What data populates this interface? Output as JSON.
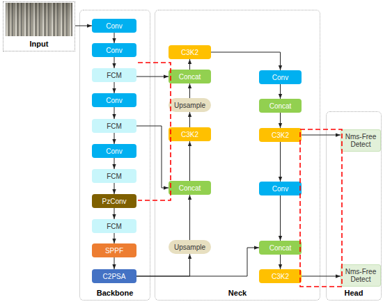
{
  "diagram": {
    "nodes": [
      {
        "text": [
          "Input"
        ]
      },
      {
        "text": [
          "Backbone"
        ]
      },
      {
        "text": [
          "Conv"
        ],
        "in": 1
      },
      {
        "text": [
          "Conv"
        ],
        "in": 1
      },
      {
        "text": [
          "FCM"
        ],
        "in": 1
      },
      {
        "text": [
          "Conv"
        ],
        "in": 1
      },
      {
        "text": [
          "FCM"
        ],
        "in": 1
      },
      {
        "text": [
          "Conv"
        ],
        "in": 1
      },
      {
        "text": [
          "FCM"
        ],
        "in": 1
      },
      {
        "text": [
          "PzConv"
        ],
        "in": 1
      },
      {
        "text": [
          "FCM"
        ],
        "in": 1
      },
      {
        "text": [
          "SPPF"
        ],
        "in": 1
      },
      {
        "text": [
          "C2PSA"
        ],
        "in": 1
      },
      {
        "text": [
          "Neck"
        ]
      },
      {
        "text": [
          "C3K2"
        ],
        "in": 13
      },
      {
        "text": [
          "Concat"
        ],
        "in": 13
      },
      {
        "text": [
          "Upsample"
        ],
        "in": 13
      },
      {
        "text": [
          "C3K2"
        ],
        "in": 13
      },
      {
        "text": [
          "Concat"
        ],
        "in": 13
      },
      {
        "text": [
          "Upsample"
        ],
        "in": 13
      },
      {
        "text": [
          "Conv"
        ],
        "in": 13
      },
      {
        "text": [
          "Concat"
        ],
        "in": 13
      },
      {
        "text": [
          "C3K2"
        ],
        "in": 13
      },
      {
        "text": [
          "Conv"
        ],
        "in": 13
      },
      {
        "text": [
          "Concat"
        ],
        "in": 13
      },
      {
        "text": [
          "C3K2"
        ],
        "in": 13
      },
      {
        "text": [
          "Head"
        ]
      },
      {
        "text": [
          "Nms-Free Detect"
        ],
        "in": 26
      },
      {
        "text": [
          "Nms-Free Detect"
        ],
        "in": 26
      }
    ],
    "edges": [
      {
        "from": 0,
        "to": 2,
        "arrow": "to"
      },
      {
        "from": 2,
        "to": 3,
        "arrow": "to"
      },
      {
        "from": 3,
        "to": 4,
        "arrow": "to"
      },
      {
        "from": 4,
        "to": 5,
        "arrow": "to"
      },
      {
        "from": 5,
        "to": 6,
        "arrow": "to"
      },
      {
        "from": 6,
        "to": 7,
        "arrow": "to"
      },
      {
        "from": 7,
        "to": 8,
        "arrow": "to"
      },
      {
        "from": 8,
        "to": 9,
        "arrow": "to"
      },
      {
        "from": 9,
        "to": 10,
        "arrow": "to"
      },
      {
        "from": 10,
        "to": 11,
        "arrow": "to"
      },
      {
        "from": 11,
        "to": 12,
        "arrow": "to"
      },
      {
        "from": 4,
        "to": 15,
        "arrow": "to"
      },
      {
        "from": 6,
        "to": 18,
        "arrow": "to"
      },
      {
        "from": 12,
        "to": 19,
        "arrow": "to"
      },
      {
        "from": 12,
        "to": 24,
        "arrow": "to"
      },
      {
        "from": 19,
        "to": 18,
        "arrow": "to"
      },
      {
        "from": 18,
        "to": 17,
        "arrow": "to"
      },
      {
        "from": 17,
        "to": 16,
        "arrow": "to"
      },
      {
        "from": 16,
        "to": 15,
        "arrow": "to"
      },
      {
        "from": 15,
        "to": 14,
        "arrow": "to"
      },
      {
        "from": 14,
        "to": 20,
        "arrow": "to"
      },
      {
        "from": 20,
        "to": 21,
        "arrow": "to"
      },
      {
        "from": 21,
        "to": 22,
        "arrow": "to"
      },
      {
        "from": 22,
        "to": 23,
        "arrow": "to"
      },
      {
        "from": 23,
        "to": 24,
        "arrow": "to"
      },
      {
        "from": 24,
        "to": 25,
        "arrow": "to"
      },
      {
        "from": 22,
        "to": 27,
        "arrow": "to"
      },
      {
        "from": 25,
        "to": 28,
        "arrow": "to"
      }
    ]
  }
}
